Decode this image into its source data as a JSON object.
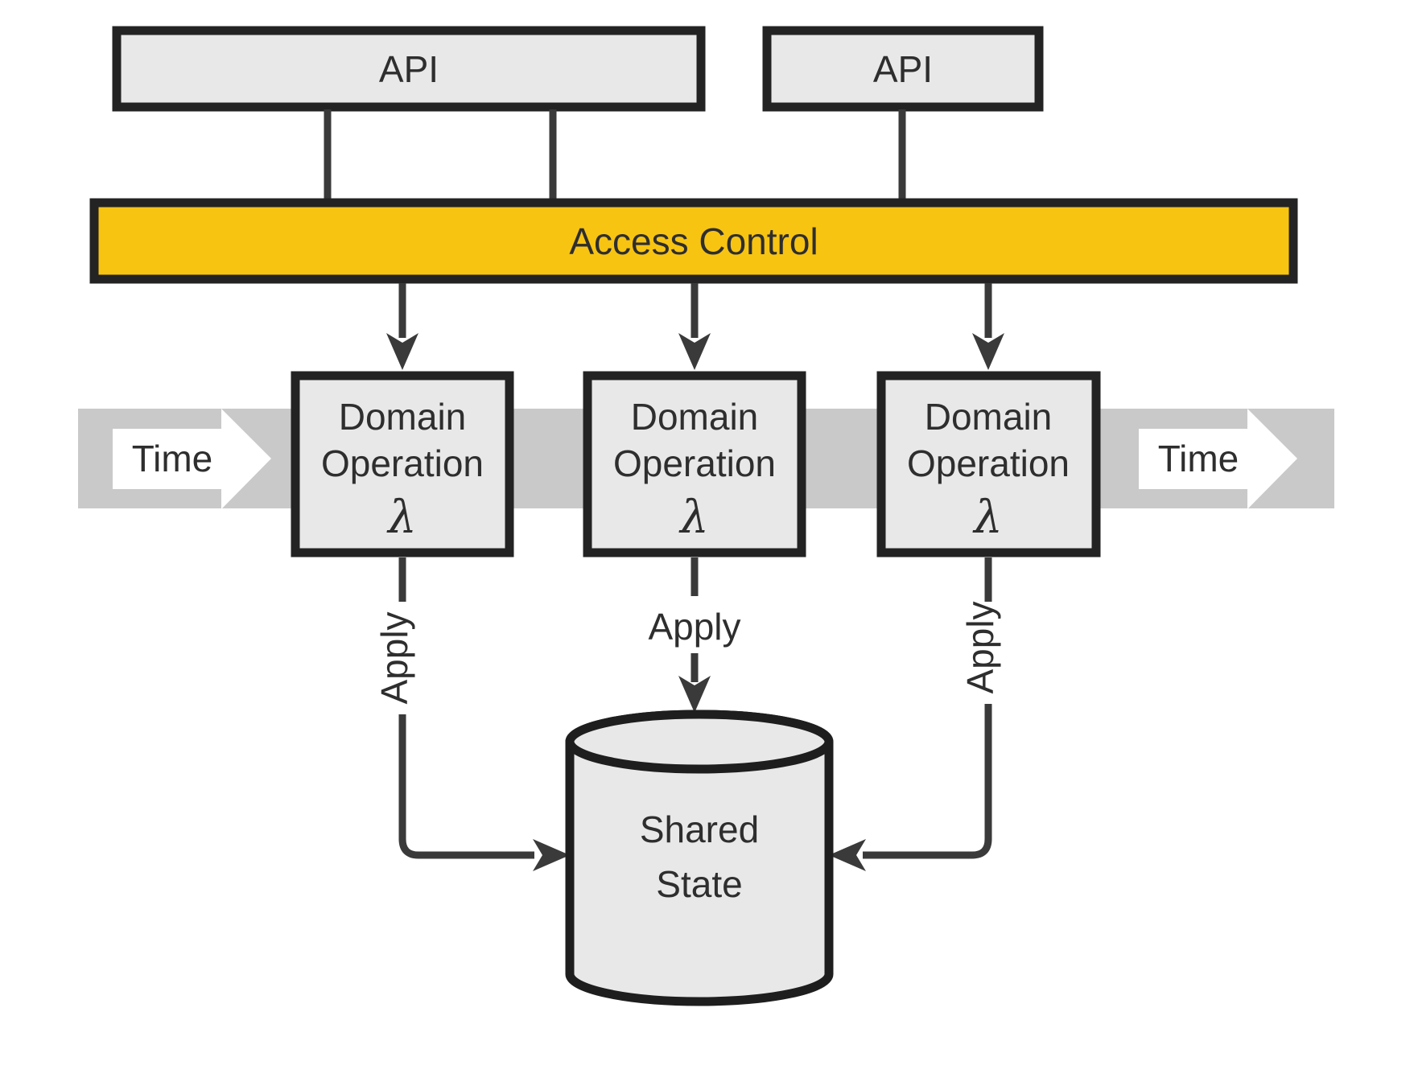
{
  "diagram": {
    "title_semantics": "event-sourcing access control flow",
    "nodes": {
      "api_left": {
        "label": "API"
      },
      "api_right": {
        "label": "API"
      },
      "access_control": {
        "label": "Access Control"
      },
      "domain_operations": [
        {
          "line1": "Domain",
          "line2": "Operation",
          "symbol": "λ"
        },
        {
          "line1": "Domain",
          "line2": "Operation",
          "symbol": "λ"
        },
        {
          "line1": "Domain",
          "line2": "Operation",
          "symbol": "λ"
        }
      ],
      "shared_state": {
        "line1": "Shared",
        "line2": "State"
      }
    },
    "edge_labels": {
      "apply_left": "Apply",
      "apply_middle": "Apply",
      "apply_right": "Apply"
    },
    "timeline": {
      "label_left": "Time",
      "label_right": "Time"
    },
    "colors": {
      "accent_yellow": "#F8C412",
      "node_fill": "#E8E8E8",
      "node_border": "#232323",
      "band_gray": "#C9C9C9",
      "line_color": "#3A3A3A",
      "text_color": "#2E2E2E",
      "background": "#FFFFFF"
    }
  }
}
